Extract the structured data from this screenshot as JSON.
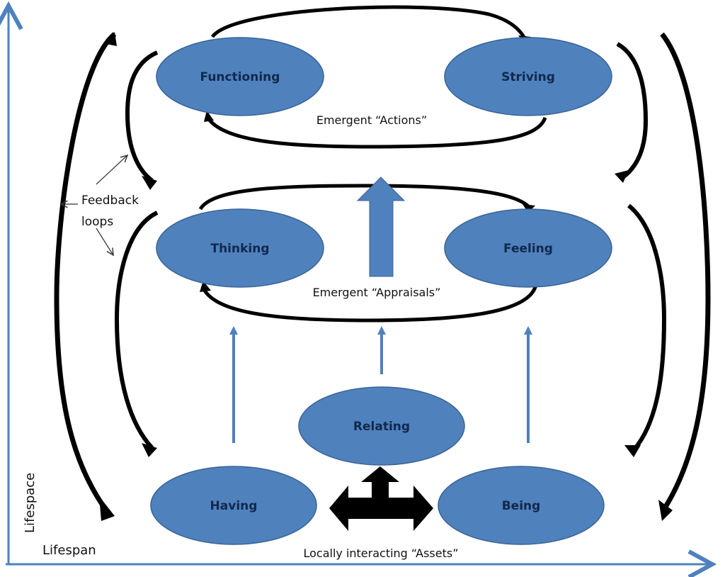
{
  "colors": {
    "node_fill": "#4f81bd",
    "node_stroke": "#3a6496",
    "node_text": "#10294d",
    "axis": "#4f81bd",
    "loop": "#000000"
  },
  "axes": {
    "y_label": "Lifespace",
    "x_label": "Lifespan"
  },
  "nodes": {
    "functioning": "Functioning",
    "striving": "Striving",
    "thinking": "Thinking",
    "feeling": "Feeling",
    "relating": "Relating",
    "having": "Having",
    "being": "Being"
  },
  "captions": {
    "actions": "Emergent “Actions”",
    "appraisals": "Emergent “Appraisals”",
    "assets": "Locally interacting “Assets”"
  },
  "feedback": {
    "line1": "Feedback",
    "line2": "loops"
  }
}
